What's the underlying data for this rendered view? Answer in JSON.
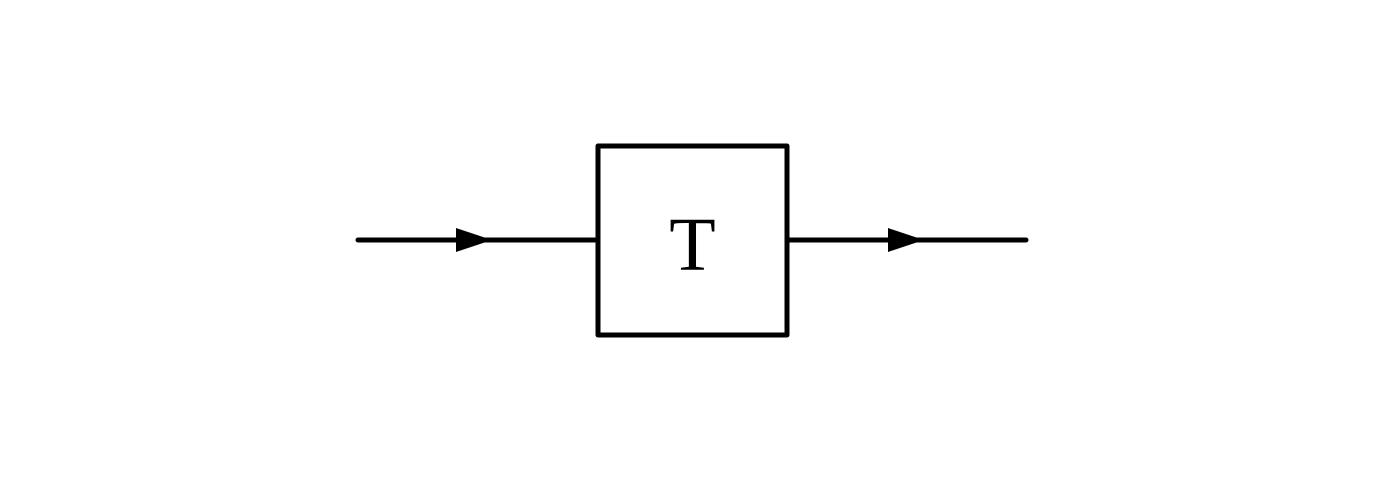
{
  "diagram": {
    "block": {
      "label": "T"
    },
    "colors": {
      "stroke": "#000000",
      "background": "#ffffff"
    },
    "edges": [
      {
        "from": "input",
        "to": "block",
        "arrowhead": "filled-triangle"
      },
      {
        "from": "block",
        "to": "output",
        "arrowhead": "filled-triangle"
      }
    ]
  }
}
